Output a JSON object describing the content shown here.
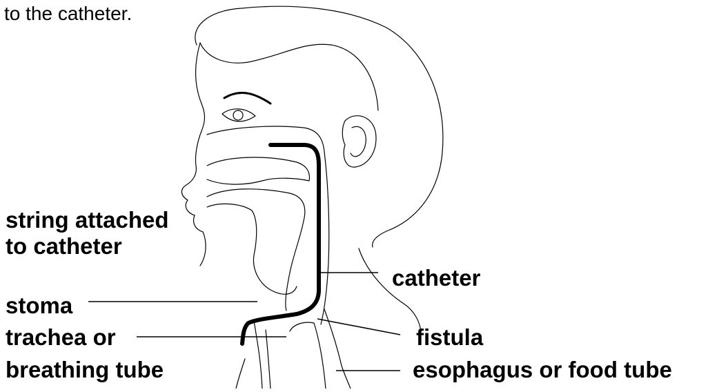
{
  "caption_fragment": "to the catheter.",
  "labels": {
    "string": [
      "string attached",
      "to catheter"
    ],
    "catheter": "catheter",
    "stoma": "stoma",
    "trachea": [
      "trachea or",
      "breathing tube"
    ],
    "fistula": "fistula",
    "esophagus": "esophagus or food tube"
  }
}
